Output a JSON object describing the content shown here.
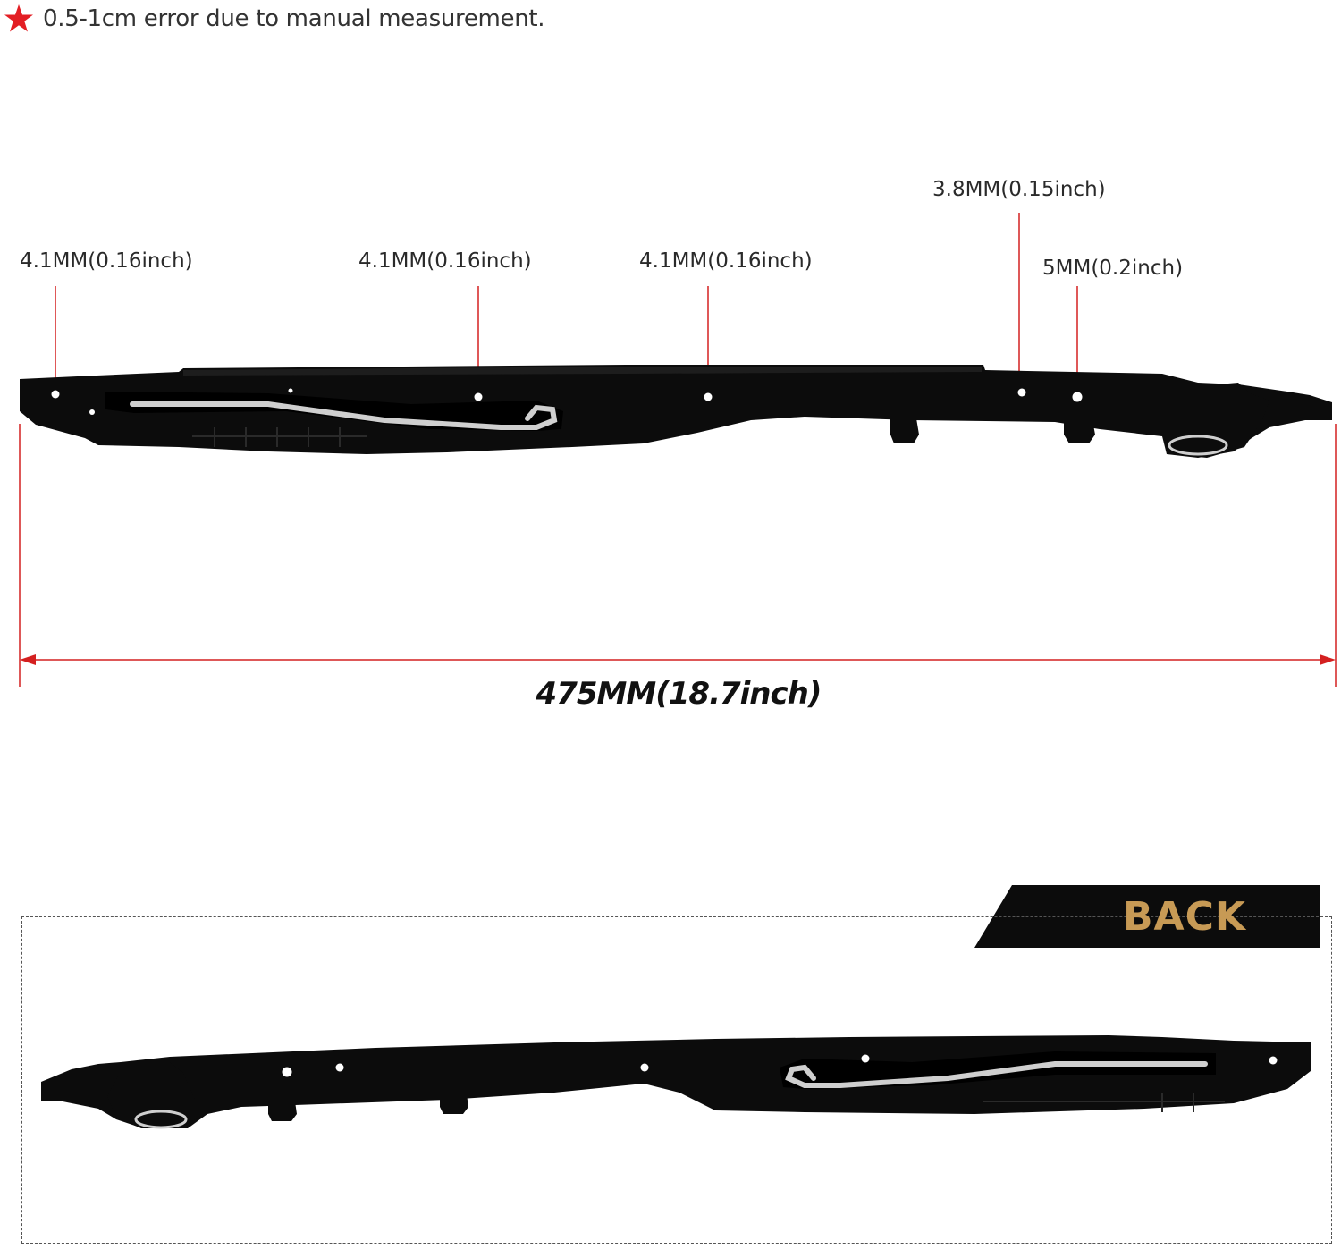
{
  "note": {
    "icon": "star-icon",
    "icon_color": "#e31e24",
    "text": "0.5-1cm error due to manual measurement."
  },
  "hole_labels": [
    "4.1MM(0.16inch)",
    "4.1MM(0.16inch)",
    "4.1MM(0.16inch)",
    "3.8MM(0.15inch)",
    "5MM(0.2inch)"
  ],
  "overall_length": "475MM(18.7inch)",
  "back_view": {
    "badge_text": "BACK",
    "badge_color": "#c79a55"
  },
  "colors": {
    "dimension_line": "#d42020",
    "part": "#0c0c0c",
    "rail": "#cfcfcf"
  }
}
